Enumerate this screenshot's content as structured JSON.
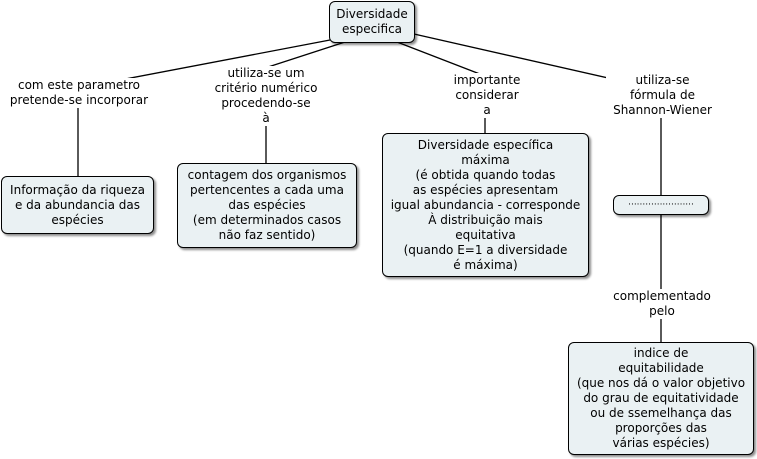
{
  "root": {
    "text": "Diversidade\nespecifica"
  },
  "links": {
    "left": "com este parametro\npretende-se incorporar",
    "second": "utiliza-se um\ncritério numérico\nprocedendo-se\nà",
    "third": "importante\nconsiderar\na",
    "fourth": "utiliza-se\nfórmula de\nShannon-Wiener",
    "bottom": "complementado\npelo"
  },
  "nodes": {
    "info": "Informação da riqueza\ne da abundancia das\nespécies",
    "contagem": "contagem dos organismos\npertencentes a cada uma\ndas espécies\n(em determinados casos\nnão faz sentido)",
    "maxima": "Diversidade específica\nmáxima\n(é obtida quando todas\nas espécies apresentam\nigual abundancia - corresponde\nÀ distribuição mais\nequitativa\n(quando E=1 a diversidade\né máxima)",
    "formula": "·······················",
    "indice": "indice de\nequitabilidade\n(que nos dá o valor objetivo\ndo grau de equitatividade\nou de ssemelhança das\nproporções das\nvárias espécies)"
  },
  "colors": {
    "node_fill": "#eaf1f3",
    "line": "#000000"
  }
}
